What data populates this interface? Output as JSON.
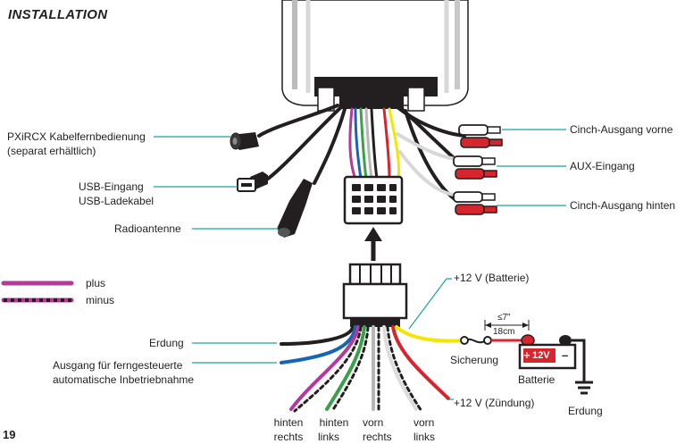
{
  "header": {
    "title": "INSTALLATION"
  },
  "page_number": "19",
  "labels": {
    "remote_line1": "PXiRCX Kabelfernbedienung",
    "remote_line2": "(separat erhältlich)",
    "usb_line1": "USB-Eingang",
    "usb_line2": "USB-Ladekabel",
    "antenna": "Radioantenne",
    "rca_front": "Cinch-Ausgang vorne",
    "aux": "AUX-Eingang",
    "rca_rear": "Cinch-Ausgang hinten",
    "battery_plus": "+12 V (Batterie)",
    "fuse_distance": "≤7\"",
    "fuse_distance_metric": "18cm",
    "fuse": "Sicherung",
    "battery": "Batterie",
    "battery_voltage": "12V",
    "battery_plus_sign": "+",
    "battery_minus_sign": "–",
    "ground_right": "Erdung",
    "ignition": "+12 V (Zündung)",
    "ground_left": "Erdung",
    "remote_out_line1": "Ausgang für ferngesteuerte",
    "remote_out_line2": "automatische Inbetriebnahme"
  },
  "legend": [
    {
      "label": "plus",
      "color": "#b5389b"
    },
    {
      "label": "minus",
      "color": "#b5389b"
    }
  ],
  "speakers": [
    {
      "line1": "hinten",
      "line2": "rechts"
    },
    {
      "line1": "hinten",
      "line2": "links"
    },
    {
      "line1": "vorn",
      "line2": "rechts"
    },
    {
      "line1": "vorn",
      "line2": "links"
    }
  ],
  "colors": {
    "leader_line": "#1aa3a0",
    "wire_red": "#d7252e",
    "wire_yellow": "#f3e600",
    "wire_blue": "#1565b5",
    "wire_purple": "#b5389b",
    "wire_green": "#3aa04a",
    "wire_grey": "#b7b7b7",
    "wire_black": "#231f20"
  }
}
